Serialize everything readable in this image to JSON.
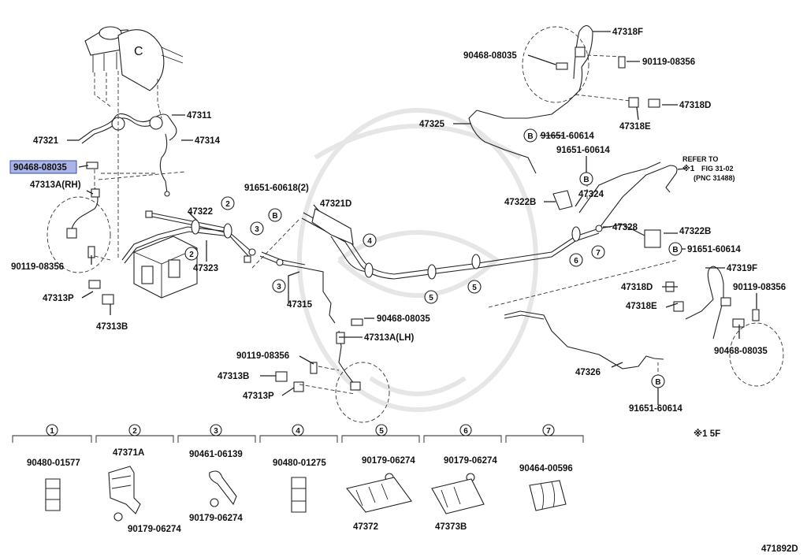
{
  "labels": {
    "l47318F": "47318F",
    "l90468_08035_top": "90468-08035",
    "l90119_08356_top": "90119-08356",
    "l47318D_top": "47318D",
    "l47318E_top": "47318E",
    "l47325": "47325",
    "l91651_60614_a": "91651-60614",
    "l91651_60614_b": "91651-60614",
    "l47311": "47311",
    "l47321": "47321",
    "l47314": "47314",
    "l90468_08035_sel": "90468-08035",
    "l47313A_RH": "47313A(RH)",
    "l47322": "47322",
    "l91651_60618": "91651-60618(2)",
    "l47321D": "47321D",
    "l47322B_a": "47322B",
    "l47324": "47324",
    "l47328": "47328",
    "l47322B_b": "47322B",
    "l91651_60614_c": "91651-60614",
    "l47319F": "47319F",
    "l90119_08356_r": "90119-08356",
    "l47318D_r": "47318D",
    "l47318E_r": "47318E",
    "l90468_08035_r": "90468-08035",
    "l90119_08356_l": "90119-08356",
    "l47313P_l": "47313P",
    "l47313B_l": "47313B",
    "l47323": "47323",
    "l47315": "47315",
    "l90468_08035_mid": "90468-08035",
    "l47313A_LH": "47313A(LH)",
    "l90119_08356_mid": "90119-08356",
    "l47313B_mid": "47313B",
    "l47313P_mid": "47313P",
    "l47326": "47326",
    "l91651_60614_d": "91651-60614",
    "refer_1": "REFER TO",
    "refer_2": "FIG 31-02",
    "refer_3": "(PNC 31488)",
    "refer_mark": "※1",
    "note_5f": "※1 5F",
    "diagram_code": "471892D"
  },
  "callouts": {
    "c1": "1",
    "c2": "2",
    "c3": "3",
    "c4": "4",
    "c5": "5",
    "c6": "6",
    "c7": "7",
    "b": "B"
  },
  "legend": [
    {
      "num": "1",
      "part": "90480-01577",
      "sub": ""
    },
    {
      "num": "2",
      "part": "47371A",
      "sub": "90179-06274"
    },
    {
      "num": "3",
      "part": "90461-06139",
      "sub": "90179-06274"
    },
    {
      "num": "4",
      "part": "90480-01275",
      "sub": ""
    },
    {
      "num": "5",
      "part": "90179-06274",
      "sub": "47372"
    },
    {
      "num": "6",
      "part": "90179-06274",
      "sub": "47373B"
    },
    {
      "num": "7",
      "part": "90464-00596",
      "sub": ""
    }
  ],
  "colors": {
    "highlight_fill": "#aab4e6",
    "highlight_stroke": "#3a4cb0",
    "ink": "#222222",
    "watermark": "#e6e6e6"
  }
}
